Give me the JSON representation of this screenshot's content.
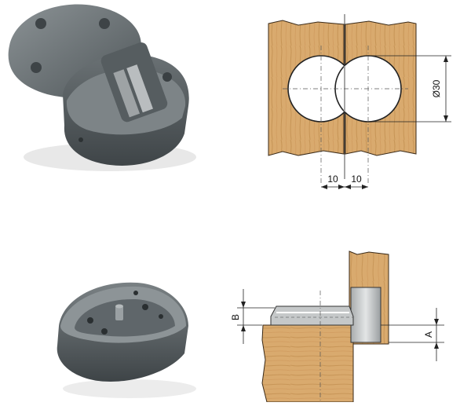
{
  "drill_diagram": {
    "spacing_left": "10",
    "spacing_right": "10",
    "diameter": "Ø30"
  },
  "mount_diagram": {
    "dim_b": "B",
    "dim_a": "A"
  },
  "colors": {
    "plastic": "#6b7275",
    "wood": "#d9aa6e",
    "wood_grain": "#b98545",
    "metal": "#c9cccd"
  }
}
